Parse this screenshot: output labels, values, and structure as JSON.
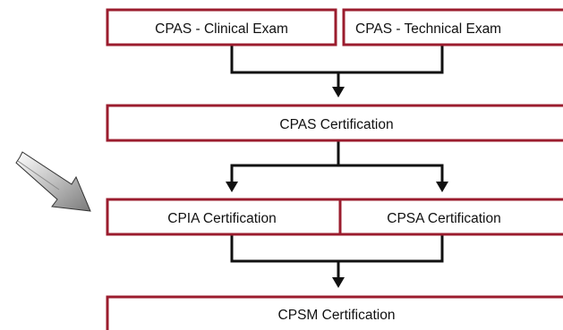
{
  "colors": {
    "box_border": "#9b1c2e",
    "connector": "#111111",
    "background": "#ffffff",
    "pointer_arrow_fill": "#c4c4c4",
    "pointer_arrow_stroke": "#333333"
  },
  "pointer_icon": "gradient-pointer-arrow",
  "boxes": {
    "clinical_exam": "CPAS - Clinical Exam",
    "technical_exam": "CPAS - Technical Exam",
    "cpas": "CPAS Certification",
    "cpia": "CPIA Certification",
    "cpsa": "CPSA Certification",
    "cpsm": "CPSM Certification"
  }
}
